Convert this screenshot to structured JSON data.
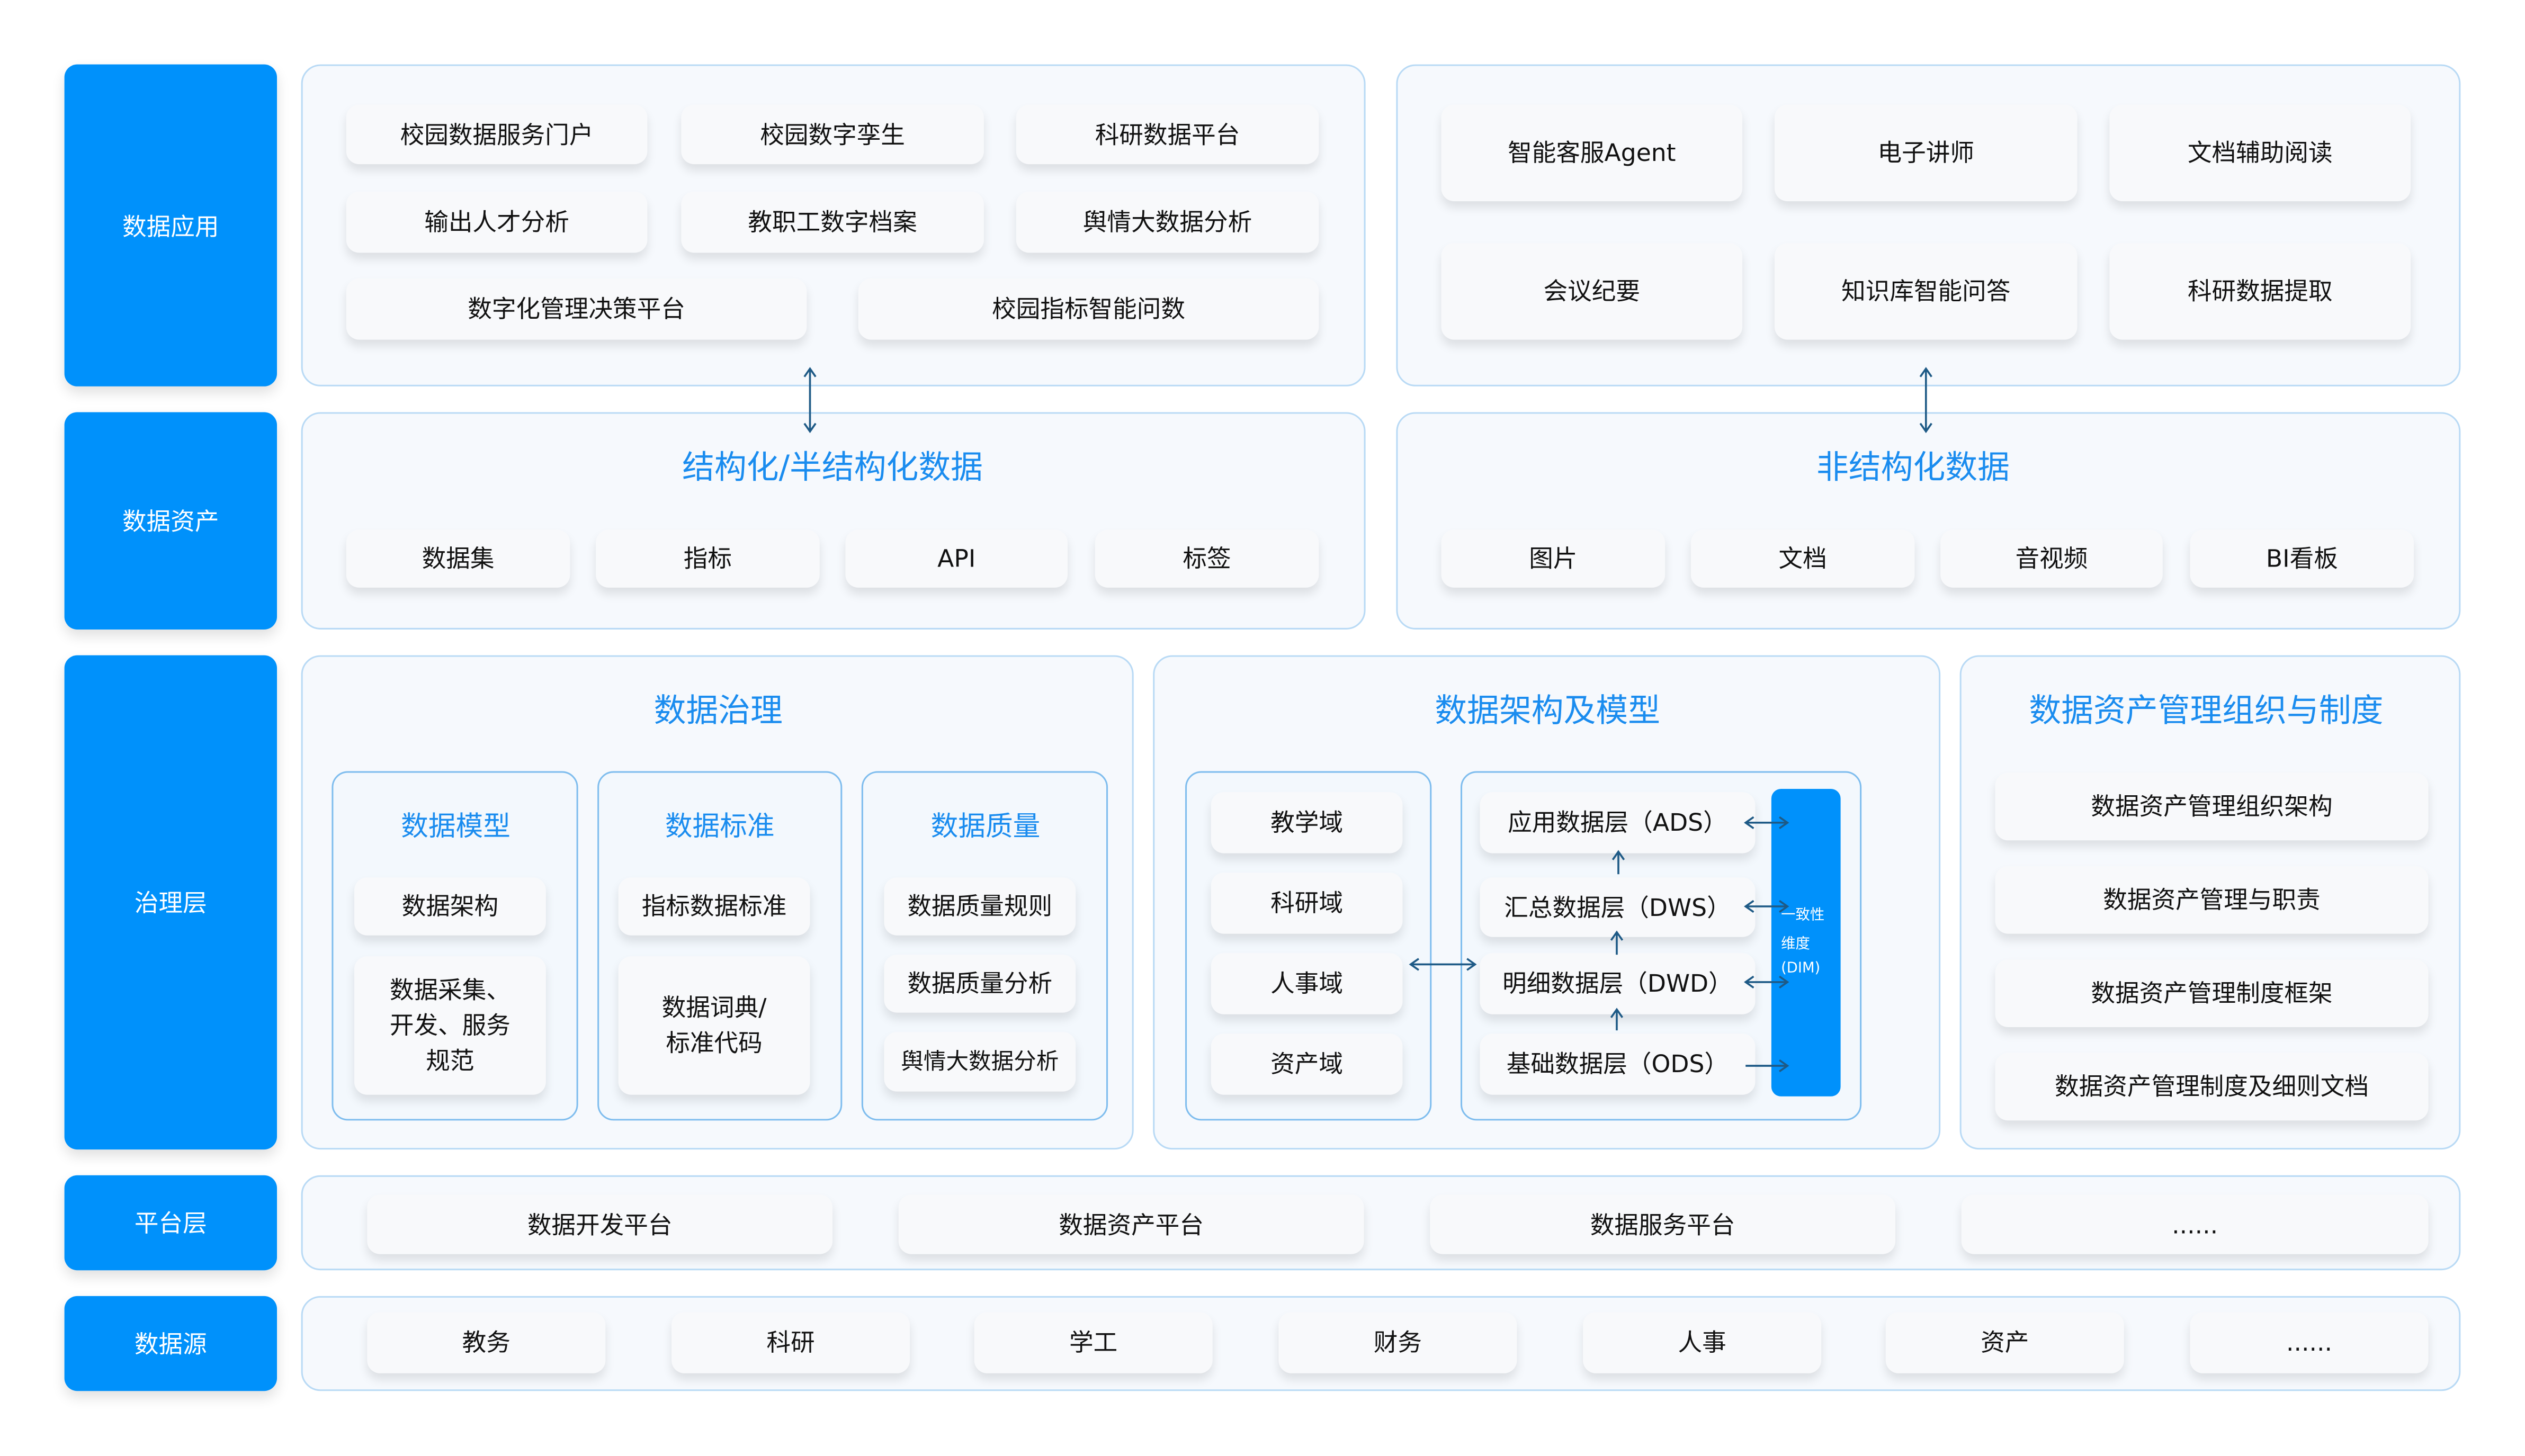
{
  "layers": [
    "数据应用",
    "数据资产",
    "治理层",
    "平台层",
    "数据源"
  ],
  "apps_left": [
    "校园数据服务门户",
    "校园数字孪生",
    "科研数据平台",
    "输出人才分析",
    "教职工数字档案",
    "舆情大数据分析",
    "数字化管理决策平台",
    "校园指标智能问数"
  ],
  "apps_right": [
    "智能客服Agent",
    "电子讲师",
    "文档辅助阅读",
    "会议纪要",
    "知识库智能问答",
    "科研数据提取"
  ],
  "assets_structured": {
    "title": "结构化/半结构化数据",
    "items": [
      "数据集",
      "指标",
      "API",
      "标签"
    ]
  },
  "assets_unstructured": {
    "title": "非结构化数据",
    "items": [
      "图片",
      "文档",
      "音视频",
      "BI看板"
    ]
  },
  "governance": {
    "title": "数据治理",
    "model": {
      "title": "数据模型",
      "items": [
        "数据架构",
        "数据采集、开发、服务规范"
      ]
    },
    "standard": {
      "title": "数据标准",
      "items": [
        "指标数据标准",
        "数据词典/标准代码"
      ]
    },
    "quality": {
      "title": "数据质量",
      "items": [
        "数据质量规则",
        "数据质量分析",
        "舆情大数据分析"
      ]
    }
  },
  "architecture": {
    "title": "数据架构及模型",
    "domains": [
      "教学域",
      "科研域",
      "人事域",
      "资产域"
    ],
    "layers": [
      "应用数据层（ADS）",
      "汇总数据层（DWS）",
      "明细数据层（DWD）",
      "基础数据层（ODS）"
    ],
    "dim": [
      "一致性",
      "维度",
      "(DIM)"
    ]
  },
  "org": {
    "title": "数据资产管理组织与制度",
    "items": [
      "数据资产管理组织架构",
      "数据资产管理与职责",
      "数据资产管理制度框架",
      "数据资产管理制度及细则文档"
    ]
  },
  "platform": [
    "数据开发平台",
    "数据资产平台",
    "数据服务平台",
    "......"
  ],
  "sources": [
    "教务",
    "科研",
    "学工",
    "财务",
    "人事",
    "资产",
    "......"
  ]
}
